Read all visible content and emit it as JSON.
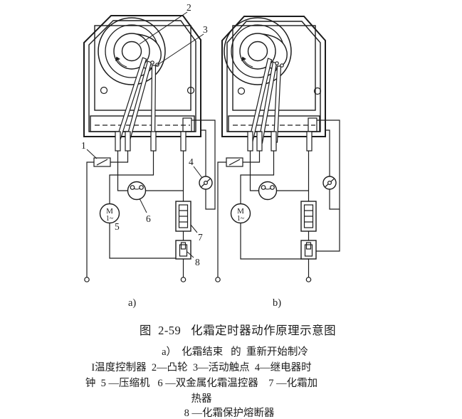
{
  "figure": {
    "title": "图  2-59   化霜定时器动作原理示意图",
    "state_caption": "a）  化霜结束   的  重新开始制冷",
    "legend": {
      "line1": "I温度控制器  2—凸轮  3—活动触点  4—继电器时",
      "line2": "钟  5 —压缩机   6 —双金属化霜温控器    7 —化霜加",
      "line3": "热器",
      "line4_prefix": "8 —化",
      "line4_marked": "霜保护熔",
      "line4_suffix": "断器"
    },
    "sublabels": {
      "a": "a)",
      "b": "b)"
    }
  },
  "diagram": {
    "part_labels": {
      "p1": "1",
      "p2": "2",
      "p3": "3",
      "p4": "4",
      "p5": "5",
      "p6": "6",
      "p7": "7",
      "p8": "8"
    },
    "motor": {
      "letter": "M",
      "phase": "1~"
    }
  },
  "colors": {
    "line": "#1c1c1c",
    "marker_underline": "#2e5fd0",
    "background": "#ffffff"
  }
}
